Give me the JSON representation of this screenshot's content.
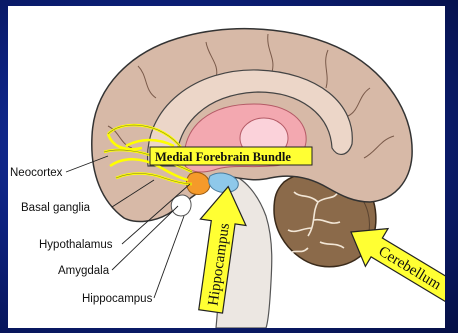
{
  "labels": {
    "neocortex": "Neocortex",
    "basal_ganglia": "Basal ganglia",
    "hypothalamus": "Hypothalamus",
    "amygdala": "Amygdala",
    "hippocampus": "Hippocampus"
  },
  "callouts": {
    "medial_forebrain_bundle": "Medial Forebrain Bundle",
    "hippocampus_arrow": "Hippocampus",
    "cerebellum_arrow": "Cerebellum"
  },
  "colors": {
    "background": "#0d2280",
    "brain_tissue": "#d7b9a7",
    "cerebellum": "#8b6a4a",
    "callout_yellow": "#ffff33",
    "fiber_yellow": "#ffff00",
    "limbic_pink": "#f3a8b0",
    "brainstem": "#ece7e2"
  }
}
